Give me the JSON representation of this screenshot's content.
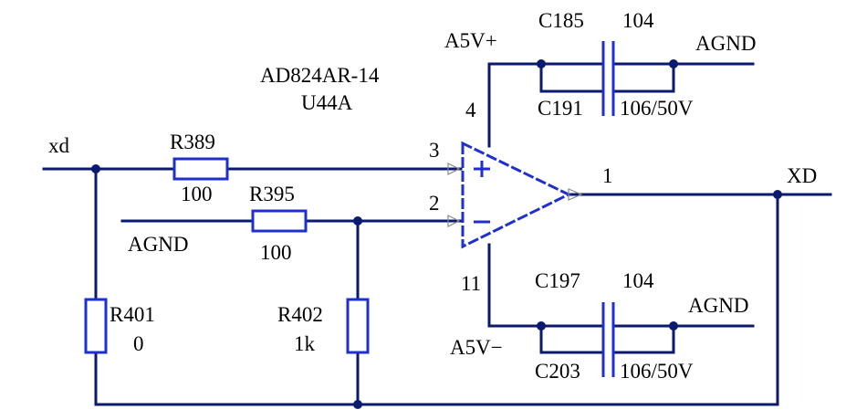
{
  "opamp": {
    "part": "AD824AR-14",
    "ref": "U44A",
    "pin_plus": "3",
    "pin_minus": "2",
    "pin_out": "1",
    "pin_vpos": "4",
    "pin_vneg": "11"
  },
  "nets": {
    "input": "xd",
    "output": "XD",
    "agnd": "AGND",
    "vpos": "A5V+",
    "vneg": "A5V−"
  },
  "resistors": {
    "r389": {
      "ref": "R389",
      "value": "100"
    },
    "r395": {
      "ref": "R395",
      "value": "100"
    },
    "r401": {
      "ref": "R401",
      "value": "0"
    },
    "r402": {
      "ref": "R402",
      "value": "1k"
    }
  },
  "capacitors": {
    "c185": {
      "ref": "C185",
      "value": "104"
    },
    "c191": {
      "ref": "C191",
      "value": "106/50V"
    },
    "c197": {
      "ref": "C197",
      "value": "104"
    },
    "c203": {
      "ref": "C203",
      "value": "106/50V"
    }
  },
  "colors": {
    "wire": "#0a1a6e",
    "component": "#1f2fd0",
    "text": "#000000",
    "background": "#ffffff"
  }
}
